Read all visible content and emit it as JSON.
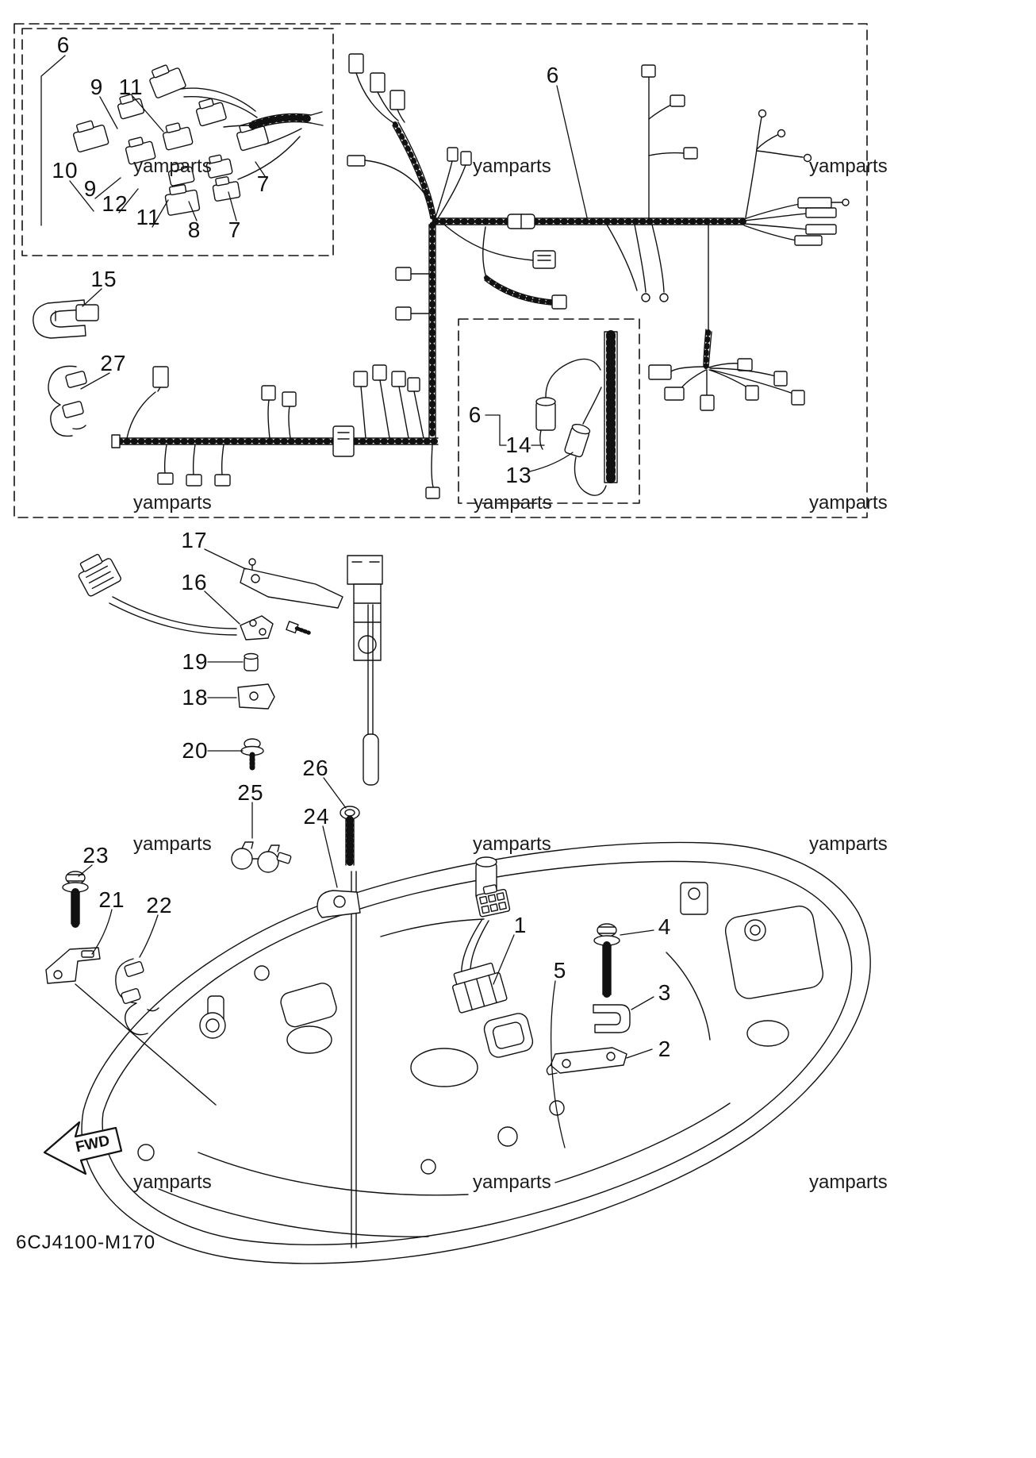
{
  "colors": {
    "ink": "#111111",
    "background": "#ffffff"
  },
  "diagram": {
    "code": "6CJ4100-M170",
    "fwd_label": "FWD"
  },
  "watermark_text": "yamparts",
  "part_labels": [
    "6",
    "9",
    "11",
    "10",
    "9",
    "12",
    "11",
    "8",
    "7",
    "7",
    "6",
    "15",
    "27",
    "6",
    "14",
    "13",
    "17",
    "16",
    "19",
    "18",
    "20",
    "26",
    "25",
    "24",
    "23",
    "21",
    "22",
    "1",
    "4",
    "5",
    "3",
    "2"
  ]
}
